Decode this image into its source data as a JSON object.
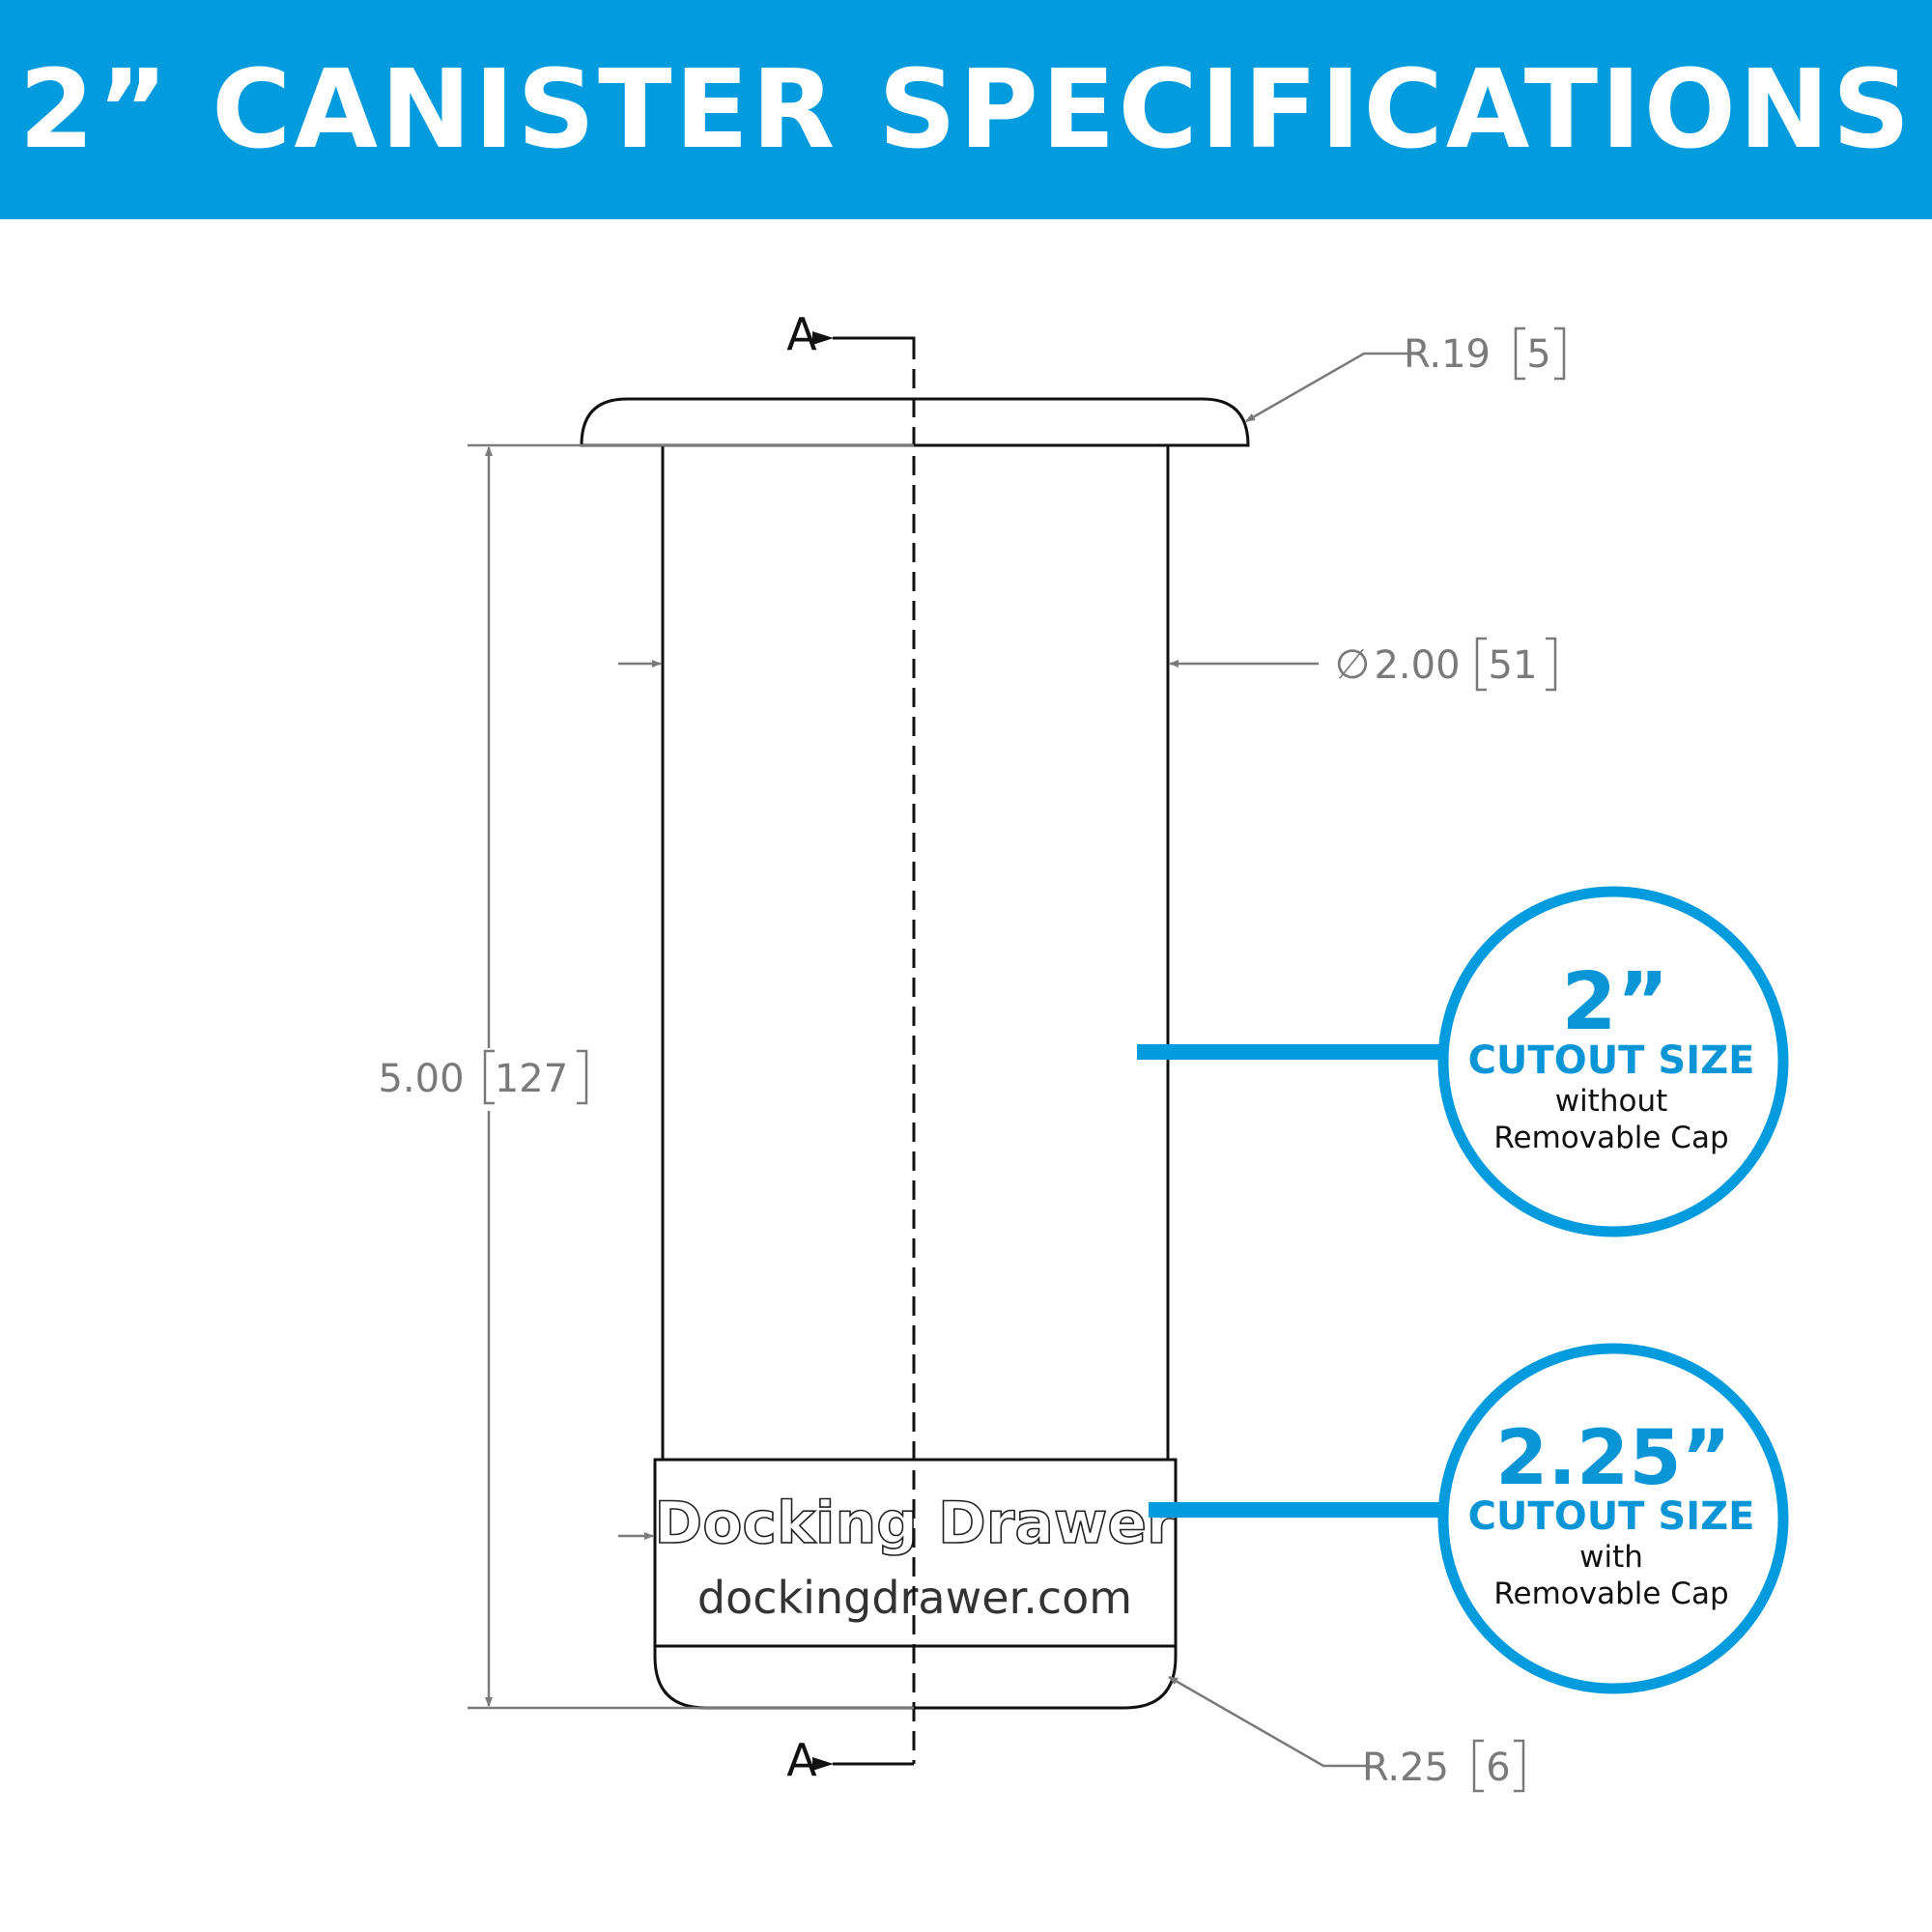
{
  "header": {
    "title": "2” CANISTER SPECIFICATIONS"
  },
  "colors": {
    "accent": "#029bdd",
    "line": "#111111",
    "dimension": "#7a7a7a"
  },
  "section_marks": {
    "top": "A",
    "bottom": "A"
  },
  "dimensions": {
    "top_radius": {
      "value": "R.19",
      "metric": "5"
    },
    "diameter": {
      "symbol": "∅",
      "value": "2.00",
      "metric": "51"
    },
    "height": {
      "value": "5.00",
      "metric": "127"
    },
    "bottom_radius": {
      "value": "R.25",
      "metric": "6"
    }
  },
  "label": {
    "brand": "Docking Drawer",
    "website": "dockingdrawer.com"
  },
  "badges": [
    {
      "size": "2”",
      "title": "CUTOUT SIZE",
      "line1": "without",
      "line2": "Removable Cap"
    },
    {
      "size": "2.25”",
      "title": "CUTOUT SIZE",
      "line1": "with",
      "line2": "Removable Cap"
    }
  ]
}
